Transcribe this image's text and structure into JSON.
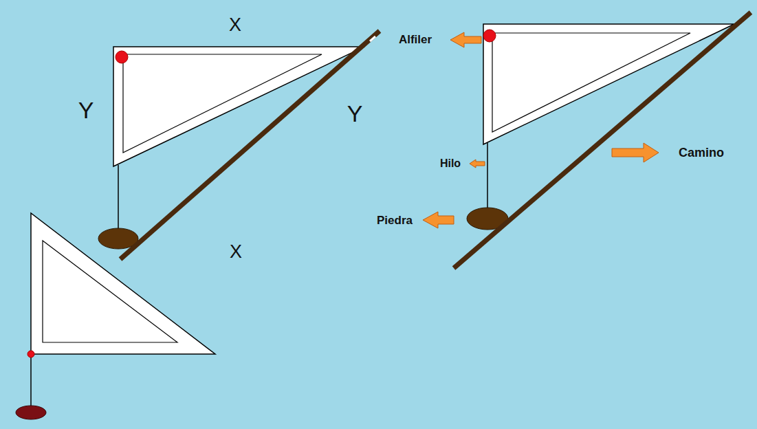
{
  "diagram": {
    "labels": [
      "X",
      "Alfiler",
      "Y",
      "Y",
      "Hilo",
      "Camino",
      "Piedra",
      "X"
    ]
  }
}
